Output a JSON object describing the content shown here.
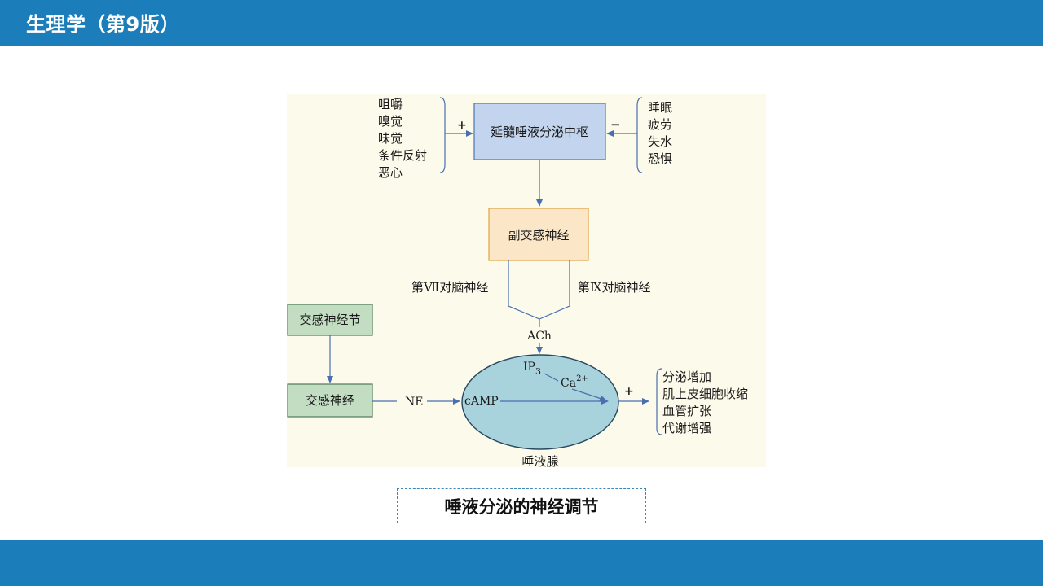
{
  "header": {
    "title": "生理学（第9版）"
  },
  "figure": {
    "left_stimuli": [
      "咀嚼",
      "嗅觉",
      "味觉",
      "条件反射",
      "恶心"
    ],
    "right_stimuli": [
      "睡眠",
      "疲劳",
      "失水",
      "恐惧"
    ],
    "plus_sign": "+",
    "minus_sign": "−",
    "center_box": "延髓唾液分泌中枢",
    "parasympathetic_box": "副交感神经",
    "nerve_vii": "第Ⅶ对脑神经",
    "nerve_ix": "第Ⅸ对脑神经",
    "ach": "ACh",
    "sympathetic_ganglion_box": "交感神经节",
    "sympathetic_nerve_box": "交感神经",
    "ne": "NE",
    "ip3_base": "IP",
    "ip3_sub": "3",
    "ca_base": "Ca",
    "ca_sup": "2+",
    "camp": "cAMP",
    "gland": "唾液腺",
    "effect_sign": "+",
    "effects": [
      "分泌增加",
      "肌上皮细胞收缩",
      "血管扩张",
      "代谢增强"
    ]
  },
  "caption": "唾液分泌的神经调节",
  "colors": {
    "bar": "#1b7db9",
    "center_box_fill": "#c3d5ee",
    "parasym_box_fill": "#fbe7c8",
    "symp_box_fill": "#c3ddc3",
    "gland_fill": "#a8d2dc",
    "arrow": "#4a6fb0"
  }
}
